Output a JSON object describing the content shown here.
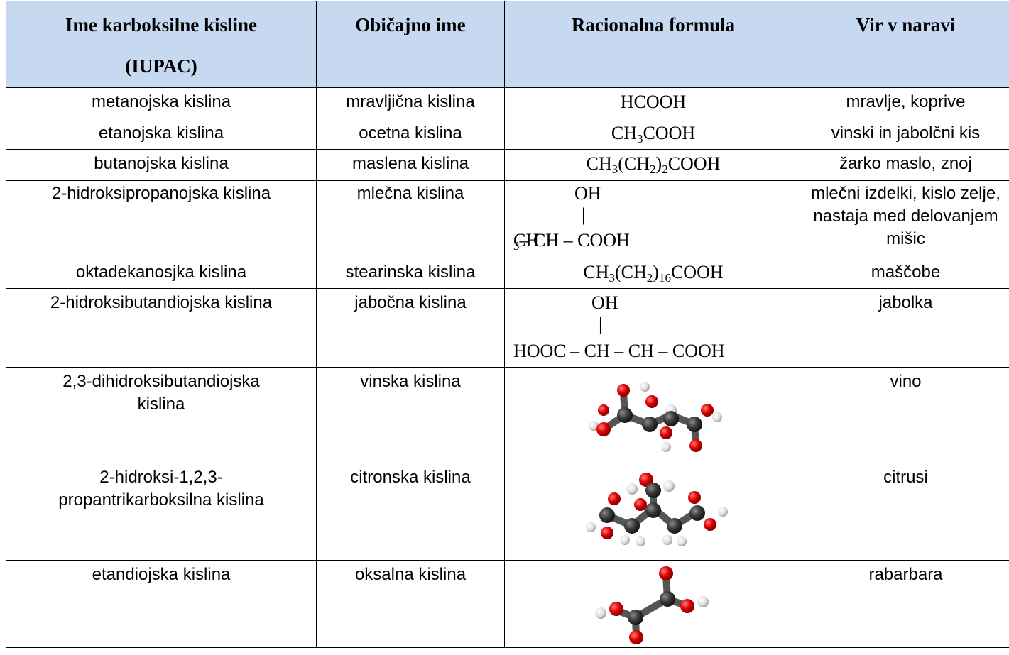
{
  "headers": {
    "iupac": "Ime karboksilne kisline (IUPAC)",
    "common": "Običajno ime",
    "formula": "Racionalna formula",
    "source": "Vir v naravi"
  },
  "rows": [
    {
      "iupac": "metanojska kislina",
      "common": "mravljična kislina",
      "source": "mravlje, koprive"
    },
    {
      "iupac": "etanojska kislina",
      "common": "ocetna kislina",
      "source": "vinski in jabolčni kis"
    },
    {
      "iupac": "butanojska kislina",
      "common": "maslena kislina",
      "source": "žarko maslo, znoj"
    },
    {
      "iupac": "2-hidroksipropanojska kislina",
      "common": "mlečna kislina",
      "source": "mlečni izdelki, kislo zelje, nastaja med delovanjem mišic"
    },
    {
      "iupac": "oktadekanosjka kislina",
      "common": "stearinska kislina",
      "source": "maščobe"
    },
    {
      "iupac": "2-hidroksibutandiojska kislina",
      "common": "jabočna kislina",
      "source": "jabolka"
    },
    {
      "iupac": "2,3-dihidroksibutandiojska kislina",
      "common": "vinska kislina",
      "source": "vino"
    },
    {
      "iupac": "2-hidroksi-1,2,3-propantrikarboksilna kislina",
      "common": "citronska kislina",
      "source": "citrusi"
    },
    {
      "iupac": "etandiojska kislina",
      "common": "oksalna kislina",
      "source": "rabarbara"
    }
  ],
  "formulas": {
    "r0": "HCOOH",
    "r1": {
      "a": "CH",
      "s1": "3",
      "b": "COOH"
    },
    "r2": {
      "a": "CH",
      "s1": "3",
      "b": "(CH",
      "s2": "2",
      "c": ")",
      "s3": "2",
      "d": "COOH"
    },
    "r3": {
      "top": "OH",
      "bar": "|",
      "a": "CH",
      "s1": "3",
      "b": " – CH – COOH"
    },
    "r4": {
      "a": "CH",
      "s1": "3",
      "b": "(CH",
      "s2": "2",
      "c": ")",
      "s3": "16",
      "d": "COOH"
    },
    "r5": {
      "top": "OH",
      "bar": "|",
      "main": "HOOC – CH – CH – COOH"
    }
  },
  "colors": {
    "header_bg": "#c6d9f1",
    "oxygen": "#e00000",
    "carbon": "#2b2b2b",
    "hydrogen": "#e8e8e8"
  },
  "icons": [
    "tartaric-acid-molecule-icon",
    "citric-acid-molecule-icon",
    "oxalic-acid-molecule-icon"
  ]
}
